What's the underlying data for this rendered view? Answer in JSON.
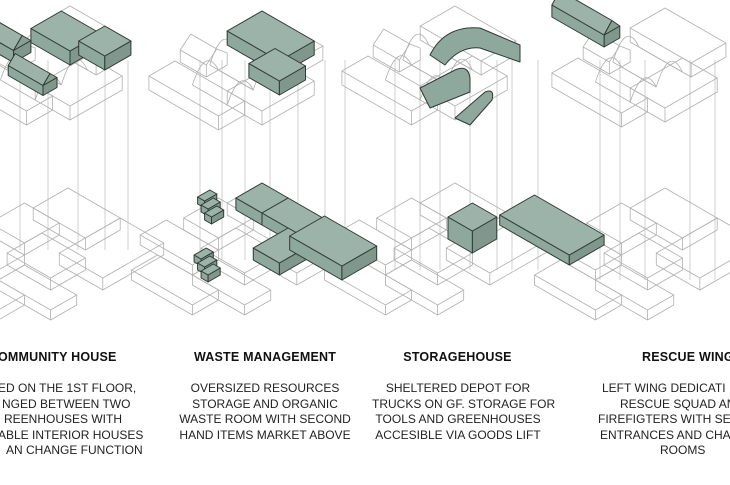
{
  "panels": [
    {
      "title": "OMMUNITY HOUSE",
      "lines": [
        "ED ON THE 1ST FLOOR,",
        "NGED BETWEEN TWO",
        "REENHOUSES WITH",
        "ABLE INTERIOR HOUSES",
        "AN CHANGE FUNCTION"
      ]
    },
    {
      "title": "WASTE MANAGEMENT",
      "lines": [
        "OVERSIZED RESOURCES",
        "STORAGE AND ORGANIC",
        "WASTE ROOM WITH SECOND",
        "HAND ITEMS MARKET ABOVE"
      ]
    },
    {
      "title": "STORAGEHOUSE",
      "lines": [
        "SHELTERED DEPOT FOR",
        "TRUCKS ON GF. STORAGE FOR",
        "TOOLS AND GREENHOUSES",
        "ACCESIBLE VIA GOODS LIFT"
      ]
    },
    {
      "title": "RESCUE WING",
      "lines": [
        "LEFT WING DEDICATI",
        "RESCUE SQUAD AN",
        "FIREFIGTERS WITH SEP",
        "ENTRANCES AND CHA",
        "ROOMS"
      ]
    }
  ],
  "colors": {
    "highlight_fill": "#8fa89d",
    "highlight_stroke": "#2e3a35",
    "line": "#b0b0b0",
    "text": "#222222"
  }
}
